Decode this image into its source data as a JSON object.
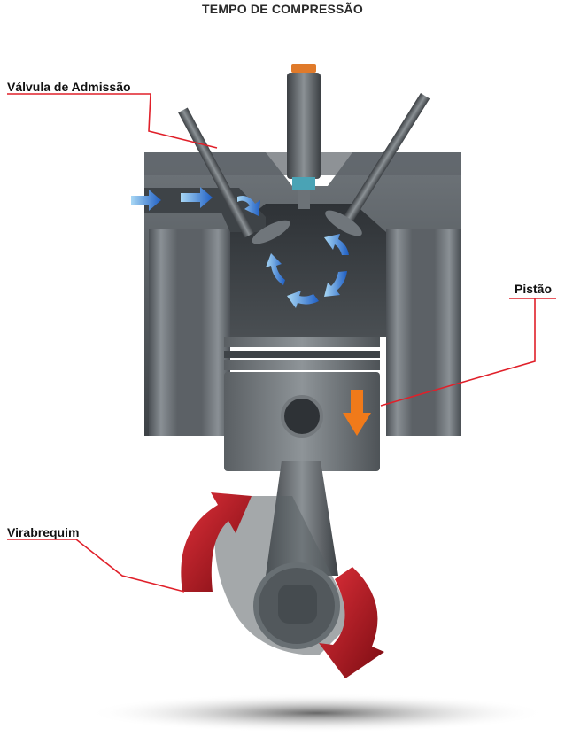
{
  "title": "TEMPO DE COMPRESSÃO",
  "labels": {
    "intake_valve": "Válvula de Admissão",
    "piston": "Pistão",
    "crankshaft": "Virabrequim"
  },
  "colors": {
    "leader_line": "#e0202a",
    "intake_arrow": "#1f5fc4",
    "piston_arrow": "#f07a1a",
    "crank_arrow": "#c0141e",
    "engine_metal": "#555b60"
  },
  "icons": {
    "intake_flow": "blue-arrow-icon",
    "swirl": "circular-arrows-icon",
    "piston_direction": "orange-down-arrow-icon",
    "crank_rotation": "red-curved-arrow-icon"
  }
}
